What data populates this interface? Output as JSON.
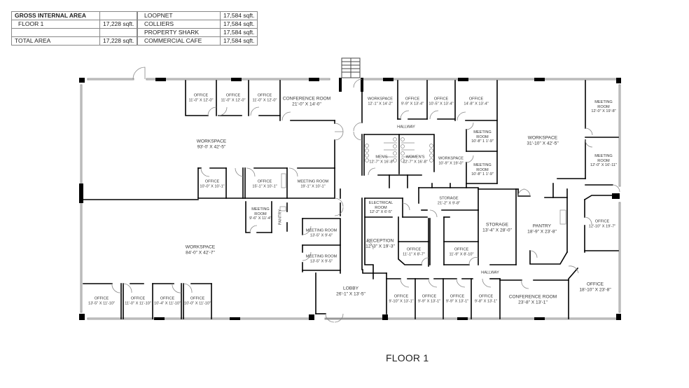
{
  "area_summary": {
    "header": "GROSS INTERNAL AREA",
    "rows": [
      {
        "label": "FLOOR 1",
        "value": "17,228 sqft."
      },
      {
        "label": "",
        "value": ""
      }
    ],
    "total": {
      "label": "TOTAL AREA",
      "value": "17,228 sqft."
    }
  },
  "listing_sources": [
    {
      "label": "LOOPNET",
      "value": "17,584 sqft."
    },
    {
      "label": "COLLIERS",
      "value": "17,584 sqft."
    },
    {
      "label": "PROPERTY SHARK",
      "value": "17,584 sqft."
    },
    {
      "label": "COMMERCIAL CAFE",
      "value": "17,584 sqft."
    }
  ],
  "floor_title": "FLOOR 1",
  "rooms": [
    {
      "name": "OFFICE",
      "dim": "11'-0\" X 12'-0\""
    },
    {
      "name": "OFFICE",
      "dim": "11'-0\" X 12'-0\""
    },
    {
      "name": "OFFICE",
      "dim": "11'-0\" X 12'-0\""
    },
    {
      "name": "CONFERENCE ROOM",
      "dim": "21'-0\" X 14'-0\""
    },
    {
      "name": "WORKSPACE",
      "dim": "93'-0' X 42'-5\""
    },
    {
      "name": "OFFICE",
      "dim": "10'-0\" X 10'-1\""
    },
    {
      "name": "OFFICE",
      "dim": "15'-1\" X 10'-1\""
    },
    {
      "name": "MEETING ROOM",
      "dim": "19'-1\" X 10'-1\""
    },
    {
      "name": "MEETING ROOM",
      "dim": "9'-6\" X 11'-4\""
    },
    {
      "name": "PANTRY",
      "dim": ""
    },
    {
      "name": "WORKSPACE",
      "dim": "84'-0\" X 42'-7\""
    },
    {
      "name": "MEETING ROOM",
      "dim": "13'-5\" X 9'-6\""
    },
    {
      "name": "MEETING ROOM",
      "dim": "13'-5\" X 9'-5\""
    },
    {
      "name": "OFFICE",
      "dim": "13'-5\" X 11'-10\""
    },
    {
      "name": "OFFICE",
      "dim": "11'-0\" X 11'-10\""
    },
    {
      "name": "OFFICE",
      "dim": "10'-4\" X 11'-10\""
    },
    {
      "name": "OFFICE",
      "dim": "10'-0\" X 11'-10\""
    },
    {
      "name": "LOBBY",
      "dim": "26'-1\" X 13'-5\""
    },
    {
      "name": "WORKSPACE",
      "dim": "12'-1\" X 14'-2\""
    },
    {
      "name": "OFFICE",
      "dim": "9'-9\" X 13'-4\""
    },
    {
      "name": "OFFICE",
      "dim": "10'-5\" X 13'-4\""
    },
    {
      "name": "OFFICE",
      "dim": "14'-8\" X 13'-4\""
    },
    {
      "name": "HALLWAY",
      "dim": ""
    },
    {
      "name": "MEN'S",
      "dim": "12'-7\" X 16'-8\""
    },
    {
      "name": "WOMEN'S",
      "dim": "12'-7\" X 16'-8\""
    },
    {
      "name": "WORKSPACE",
      "dim": "10'-9\" X 19'-0\""
    },
    {
      "name": "MEETING ROOM",
      "dim": "10'-8\" 1 1'-9\""
    },
    {
      "name": "MEETING ROOM",
      "dim": "10'-8\" 1 1'-9\""
    },
    {
      "name": "WORKSPACE",
      "dim": "31'-10\" X 42'-5\""
    },
    {
      "name": "MEETING ROOM",
      "dim": "12'-0\" X 19'-8\""
    },
    {
      "name": "MEETING ROOM",
      "dim": "12'-0\" X 16'-11\""
    },
    {
      "name": "ELECTRICAL ROOM",
      "dim": "12'-2\" X 6'-5\""
    },
    {
      "name": "STORAGE",
      "dim": "21'-2\" X 9'-8\""
    },
    {
      "name": "RECEPTION",
      "dim": "12'-3\" X 19'-3\""
    },
    {
      "name": "OFFICE",
      "dim": "11'-1\" X 8'-7\""
    },
    {
      "name": "OFFICE",
      "dim": "11'-9\" X 8'-10\""
    },
    {
      "name": "STORAGE",
      "dim": "13'-4\" X 28'-0\""
    },
    {
      "name": "PANTRY",
      "dim": "18'-9\" X 23'-8\""
    },
    {
      "name": "OFFICE",
      "dim": "12'-10\" X 19'-7\""
    },
    {
      "name": "HALLWAY",
      "dim": ""
    },
    {
      "name": "OFFICE",
      "dim": "9'-10\" X 13'-1\""
    },
    {
      "name": "OFFICE",
      "dim": "9'-9\" X 13'-1\""
    },
    {
      "name": "OFFICE",
      "dim": "9'-9\" X 13'-1\""
    },
    {
      "name": "OFFICE",
      "dim": "9'-8\" X 13'-1\""
    },
    {
      "name": "CONFERENCE ROOM",
      "dim": "23'-8\" X 13'-1\""
    },
    {
      "name": "OFFICE",
      "dim": "18'-10\" X 23'-8\""
    }
  ]
}
